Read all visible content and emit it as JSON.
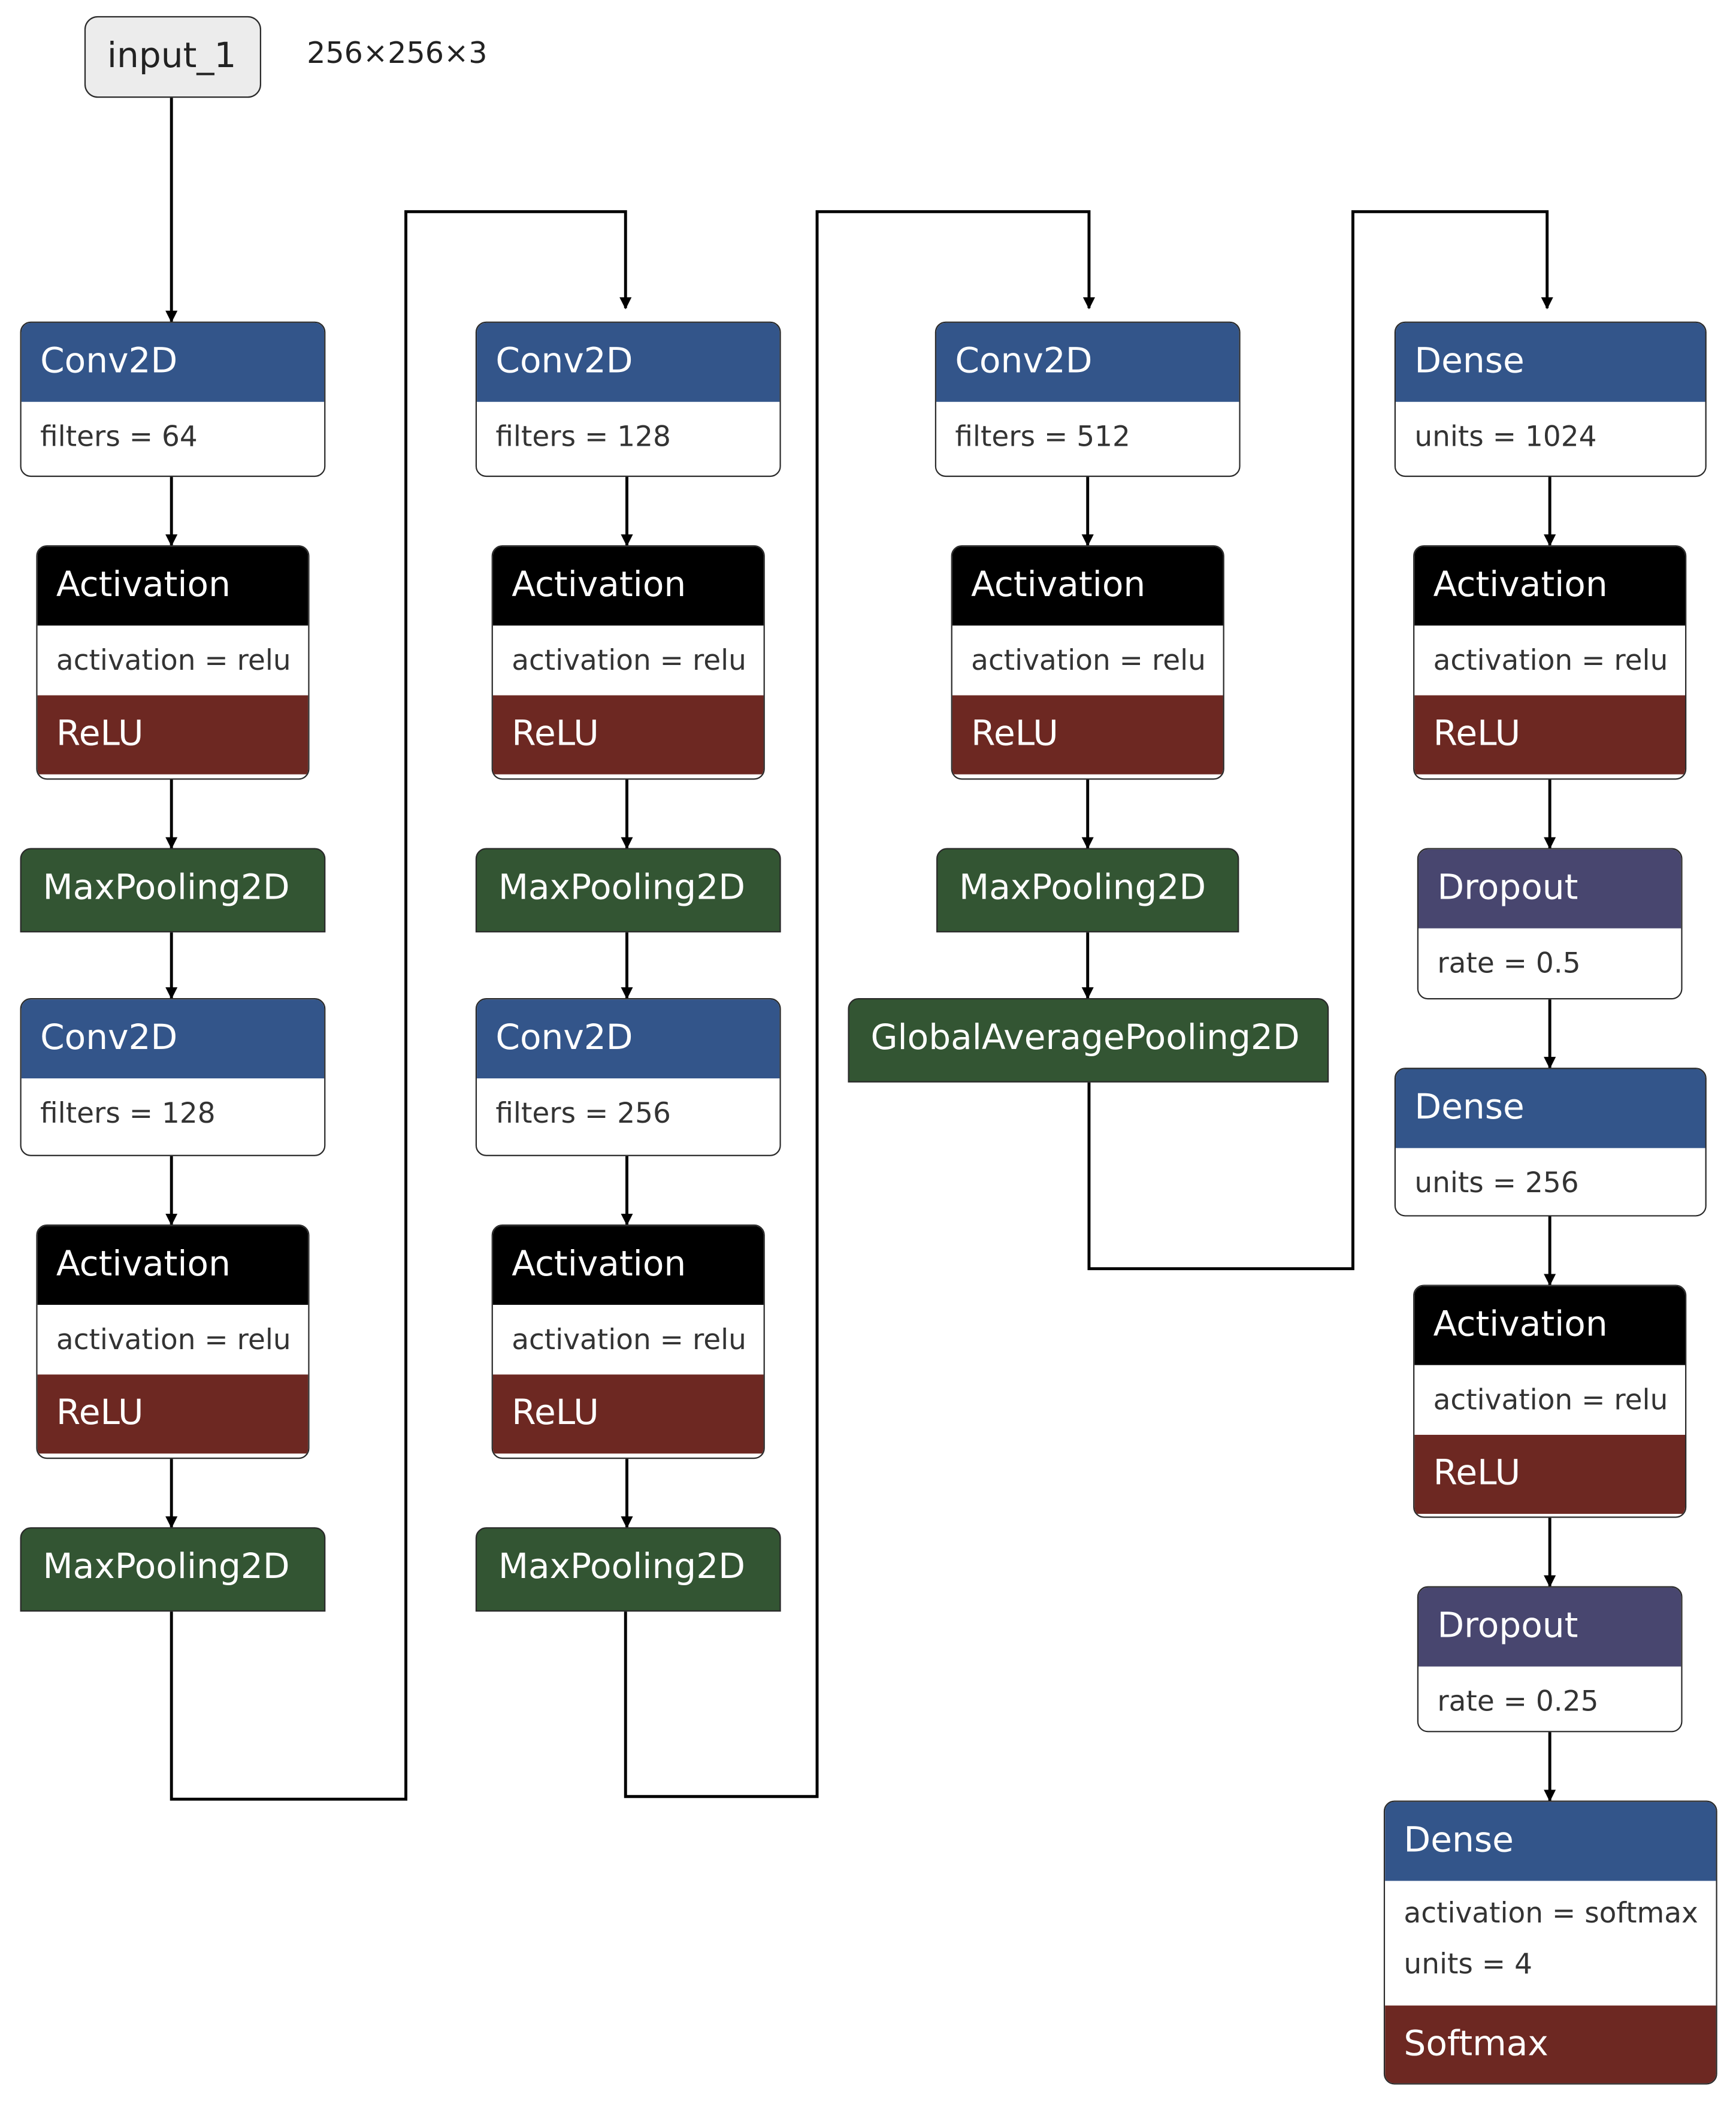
{
  "input": {
    "name": "input_1",
    "shape": "256×256×3"
  },
  "layers": [
    {
      "type": "Conv2D",
      "param": "filters = 64"
    },
    {
      "type": "Activation",
      "param": "activation = relu",
      "footer": "ReLU"
    },
    {
      "type": "MaxPooling2D"
    },
    {
      "type": "Conv2D",
      "param": "filters = 128"
    },
    {
      "type": "Activation",
      "param": "activation = relu",
      "footer": "ReLU"
    },
    {
      "type": "MaxPooling2D"
    },
    {
      "type": "Conv2D",
      "param": "filters = 128"
    },
    {
      "type": "Activation",
      "param": "activation = relu",
      "footer": "ReLU"
    },
    {
      "type": "MaxPooling2D"
    },
    {
      "type": "Conv2D",
      "param": "filters = 256"
    },
    {
      "type": "Activation",
      "param": "activation = relu",
      "footer": "ReLU"
    },
    {
      "type": "MaxPooling2D"
    },
    {
      "type": "Conv2D",
      "param": "filters = 512"
    },
    {
      "type": "Activation",
      "param": "activation = relu",
      "footer": "ReLU"
    },
    {
      "type": "MaxPooling2D"
    },
    {
      "type": "GlobalAveragePooling2D"
    },
    {
      "type": "Dense",
      "param": "units = 1024"
    },
    {
      "type": "Activation",
      "param": "activation = relu",
      "footer": "ReLU"
    },
    {
      "type": "Dropout",
      "param": "rate = 0.5"
    },
    {
      "type": "Dense",
      "param": "units = 256"
    },
    {
      "type": "Activation",
      "param": "activation = relu",
      "footer": "ReLU"
    },
    {
      "type": "Dropout",
      "param": "rate = 0.25"
    },
    {
      "type": "Dense",
      "param": "activation = softmax",
      "param2": "units = 4",
      "footer": "Softmax"
    }
  ],
  "colors": {
    "conv_dense": "#33558a",
    "activation": "#000000",
    "pooling": "#335533",
    "dropout": "#48466f",
    "activation_fn": "#6d2822",
    "input": "#ececec"
  }
}
